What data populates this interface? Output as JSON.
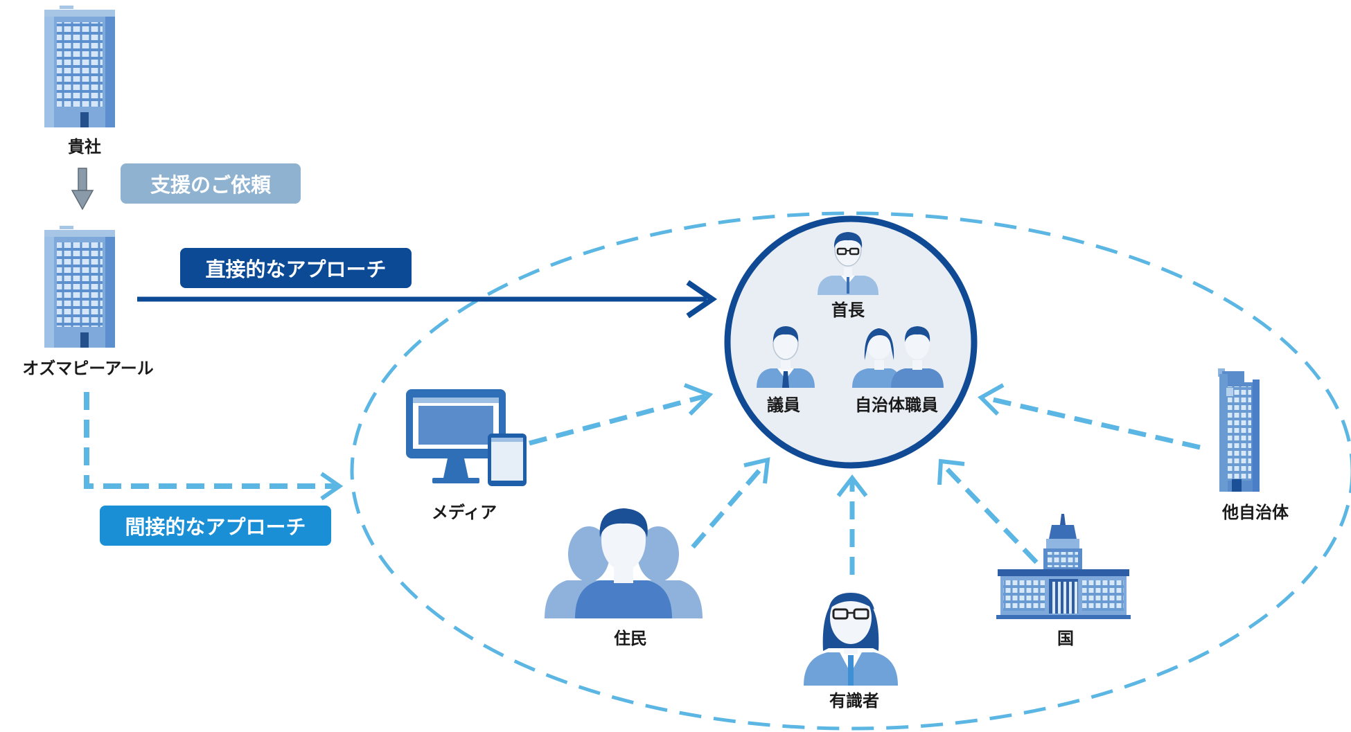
{
  "labels": {
    "kisha": "貴社",
    "ozma": "オズマピーアール",
    "shucho": "首長",
    "giin": "議員",
    "shokuin": "自治体職員",
    "media": "メディア",
    "jumin": "住民",
    "yushikisha": "有識者",
    "kuni": "国",
    "tajichitai": "他自治体"
  },
  "pills": {
    "request": "支援のご依頼",
    "direct": "直接的なアプローチ",
    "indirect": "間接的なアプローチ"
  },
  "colors": {
    "request_pill": "#8fb2d1",
    "direct": "#0d4a96",
    "indirect": "#1a8fd6",
    "dashed": "#5bb6e3",
    "circle_fill": "#e9eef4",
    "building_light": "#8fb6e0",
    "building_dark": "#5a8ccc"
  }
}
